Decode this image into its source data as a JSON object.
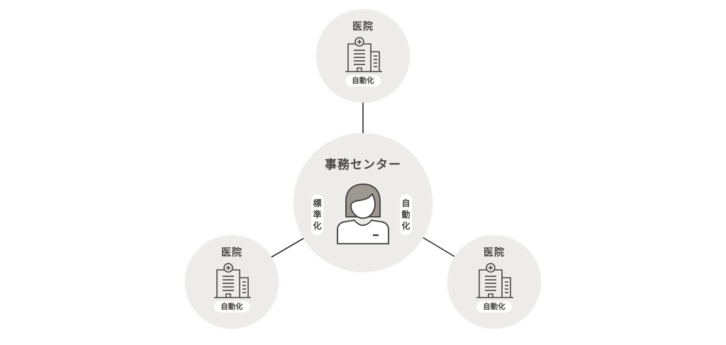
{
  "colors": {
    "circle_fill": "#eeecea",
    "text": "#4a4643",
    "line": "#2b2b2b",
    "hair": "#9d9890",
    "pill": "#ffffff"
  },
  "center": {
    "title": "事務センター",
    "icon": "person-staff-icon",
    "left_label": [
      "標",
      "準",
      "化"
    ],
    "right_label": [
      "自",
      "動",
      "化"
    ]
  },
  "hospitals": [
    {
      "position": "top",
      "title": "医院",
      "icon": "hospital-building-icon",
      "badge": "自動化"
    },
    {
      "position": "bottom-left",
      "title": "医院",
      "icon": "hospital-building-icon",
      "badge": "自動化"
    },
    {
      "position": "bottom-right",
      "title": "医院",
      "icon": "hospital-building-icon",
      "badge": "自動化"
    }
  ]
}
